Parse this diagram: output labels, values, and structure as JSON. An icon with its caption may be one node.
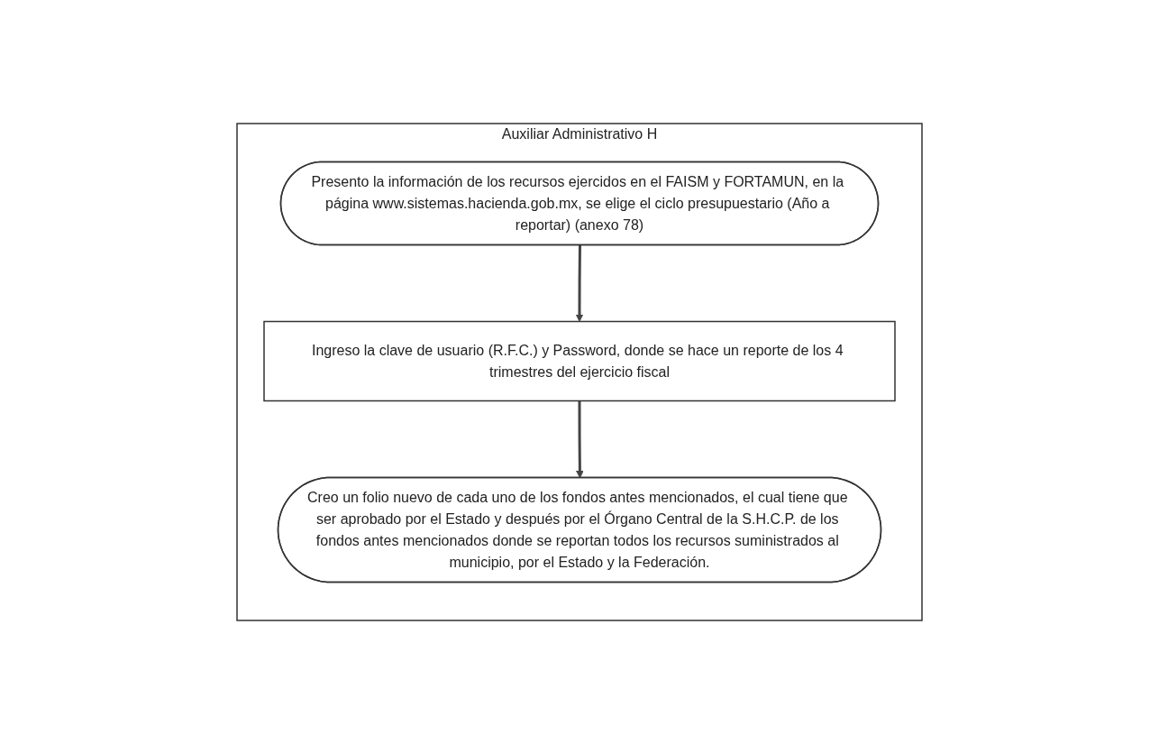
{
  "diagram": {
    "nodes": [
      {
        "text": [
          "Auxiliar Administrativo H"
        ]
      },
      {
        "text": [
          "Presento la información de los recursos ejercidos en el FAISM y FORTAMUN, en la página www.sistemas.hacienda.gob.mx, se elige el ciclo presupuestario (Año a reportar) (anexo 78)"
        ],
        "in": 0
      },
      {
        "text": [
          "Ingreso la clave de usuario (R.F.C.) y Password, donde se hace un reporte de los 4 trimestres del ejercicio fiscal"
        ],
        "in": 0
      },
      {
        "text": [
          "Creo un folio nuevo de cada uno de los fondos antes mencionados, el cual tiene que ser aprobado por el Estado y después por el Órgano Central de la S.H.C.P. de los fondos antes mencionados donde se reportan todos los recursos suministrados al municipio, por el Estado y la Federación."
        ],
        "in": 0
      }
    ],
    "edges": [
      {
        "from": 1,
        "to": 2,
        "arrow": "to"
      },
      {
        "from": 2,
        "to": 3,
        "arrow": "to"
      }
    ]
  }
}
